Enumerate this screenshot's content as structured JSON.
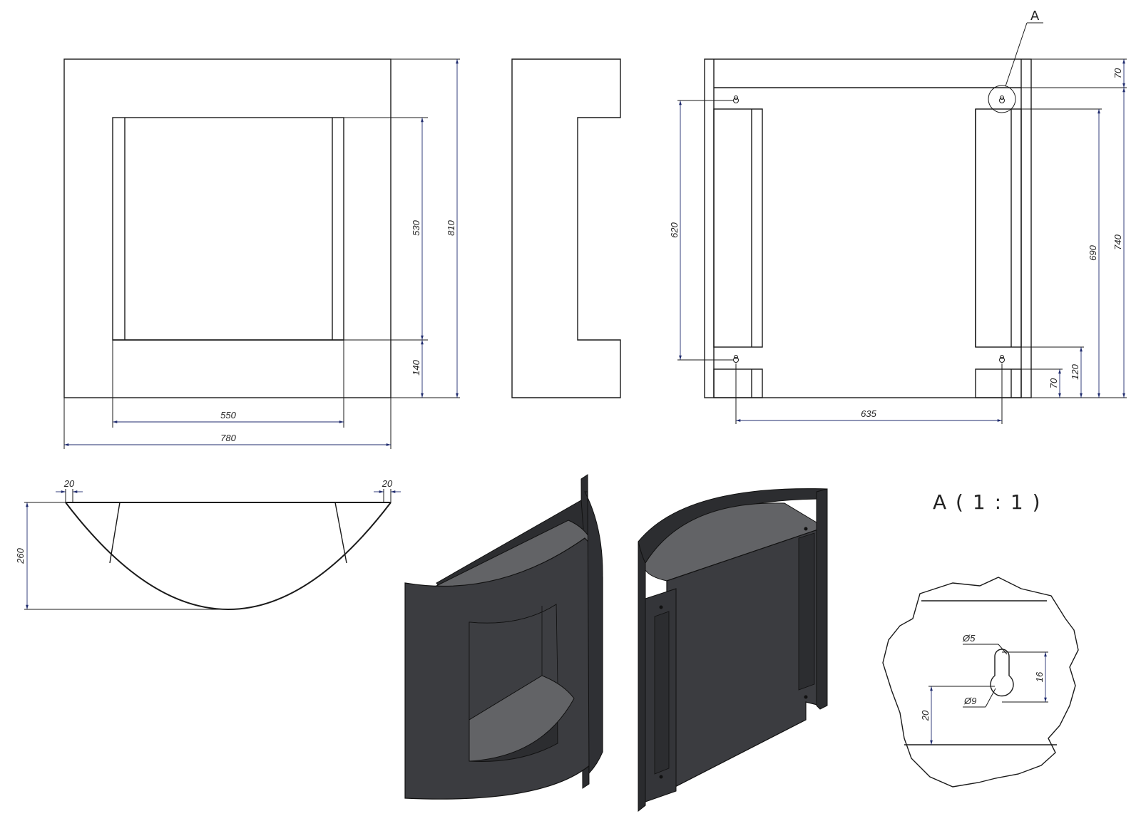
{
  "front_view": {
    "dims": {
      "overall_height": "810",
      "opening_height": "530",
      "base_height": "140",
      "opening_width": "550",
      "overall_width": "780"
    }
  },
  "back_view": {
    "dims": {
      "top_band": "70",
      "hook_spacing_vertical": "620",
      "strip_height": "690",
      "overall_height": "740",
      "lower_hook_height": "120",
      "foot_height": "70",
      "hook_spacing_horizontal": "635"
    },
    "detail_callout": "A"
  },
  "top_view": {
    "dims": {
      "left_lip": "20",
      "right_lip": "20",
      "depth": "260"
    }
  },
  "detail_view": {
    "title": "A ( 1 : 1 )",
    "dims": {
      "small_diameter": "Ø5",
      "large_diameter": "Ø9",
      "slot_length": "16",
      "slot_height": "20"
    }
  },
  "colors": {
    "line": "#1a1a1a",
    "dimension": "#1f2b6e",
    "body_dark": "#3b3c40",
    "body_inner": "#5e5f62",
    "body_edge": "#2c2d30"
  }
}
